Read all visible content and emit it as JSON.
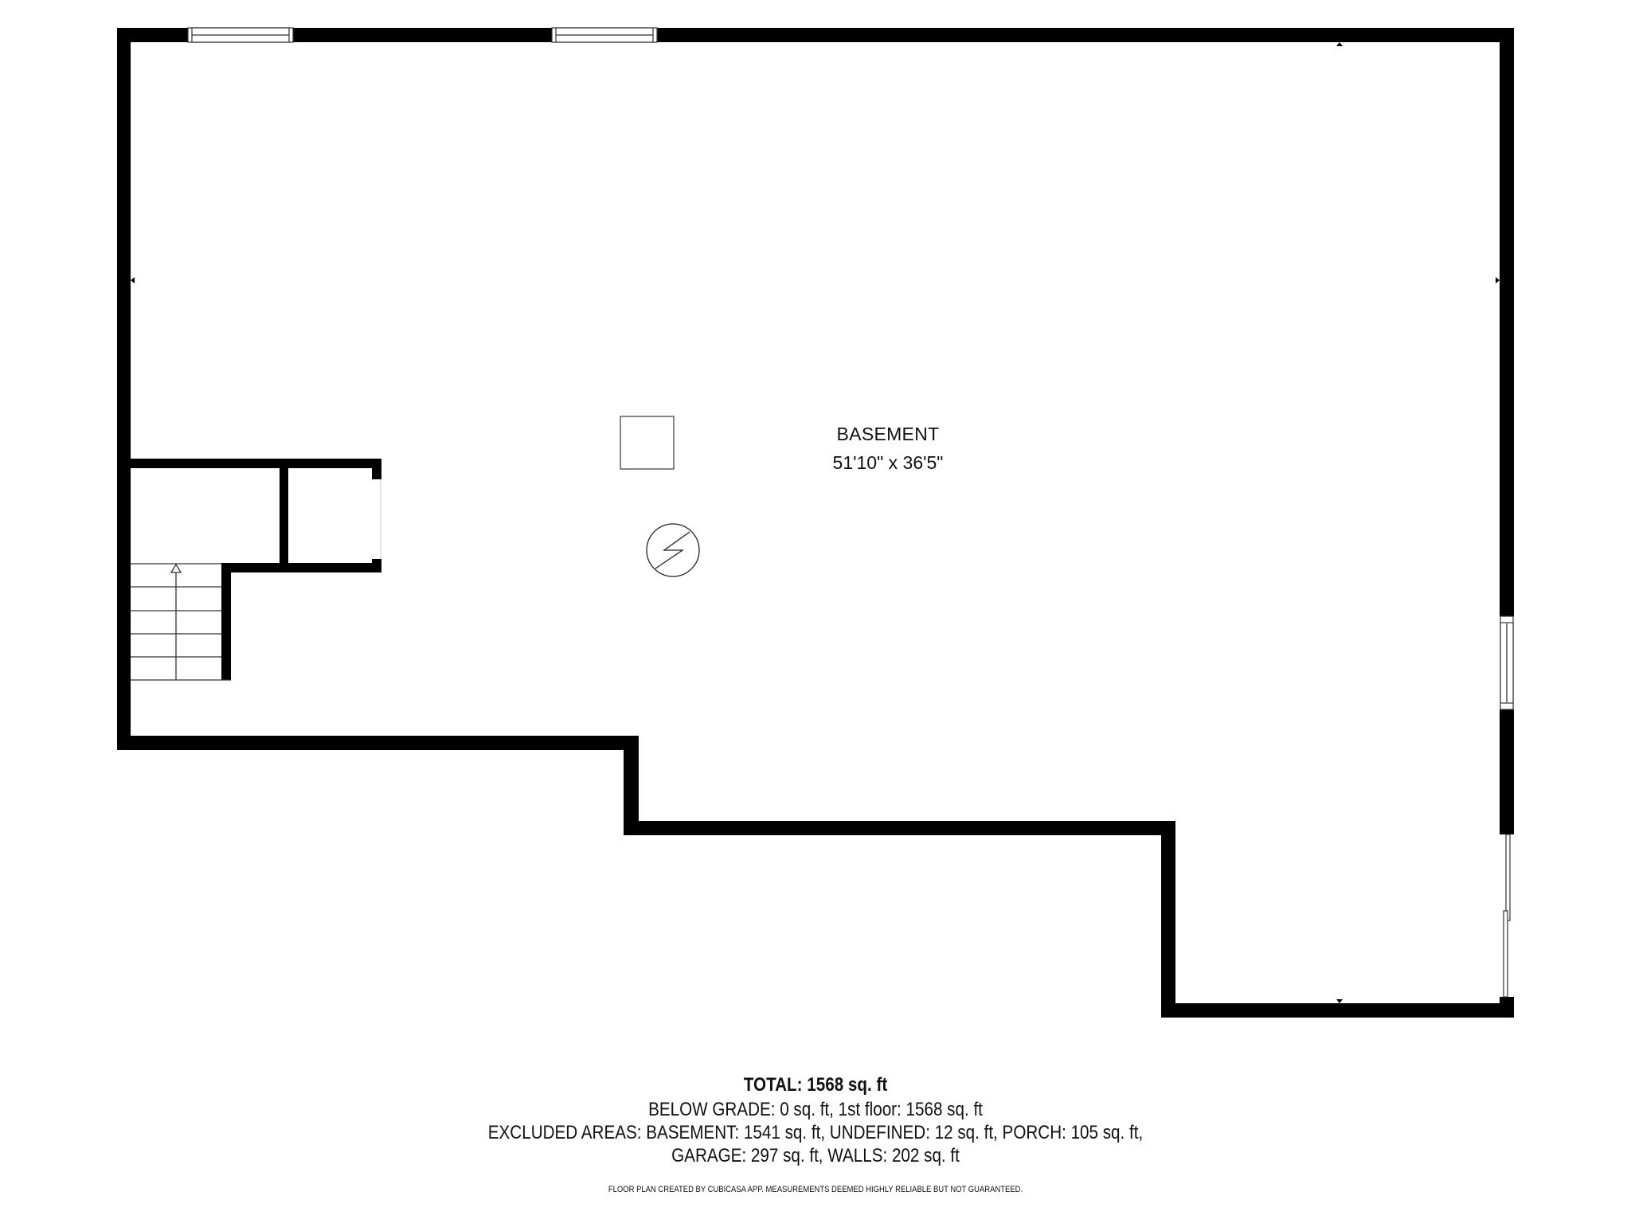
{
  "floor_plan": {
    "room": {
      "name": "BASEMENT",
      "dimensions": "51'10\" x 36'5\""
    },
    "symbols": [
      {
        "type": "square-fixture",
        "label": ""
      },
      {
        "type": "electrical-panel-icon",
        "label": ""
      },
      {
        "type": "stairs-up-arrow",
        "label": ""
      }
    ],
    "colors": {
      "wall": "#000000",
      "background": "#ffffff",
      "line": "#333333"
    }
  },
  "summary": {
    "total": "TOTAL: 1568 sq. ft",
    "below_grade": "BELOW GRADE: 0 sq. ft, 1st floor: 1568 sq. ft",
    "excluded": "EXCLUDED AREAS: BASEMENT: 1541 sq. ft, UNDEFINED: 12 sq. ft, PORCH: 105 sq. ft,",
    "excluded_cont": "GARAGE: 297 sq. ft, WALLS: 202 sq. ft",
    "footer": "FLOOR PLAN CREATED BY CUBICASA APP. MEASUREMENTS DEEMED HIGHLY RELIABLE BUT NOT GUARANTEED."
  }
}
